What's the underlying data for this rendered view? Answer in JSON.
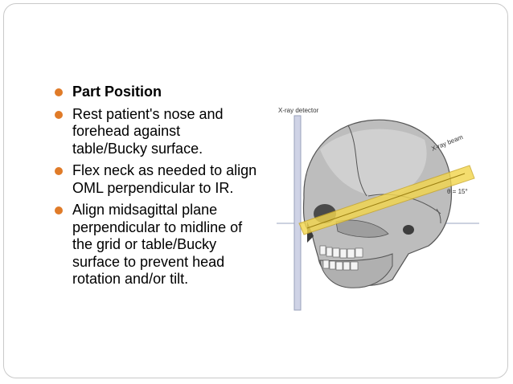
{
  "bullets": [
    {
      "text": "Part Position",
      "bold": true
    },
    {
      "text": "Rest patient's nose and forehead against table/Bucky surface."
    },
    {
      "text": "Flex neck as needed to align OML perpendicular to IR."
    },
    {
      "text": " Align midsagittal plane perpendicular to midline of the grid or table/Bucky surface to prevent head rotation and/or tilt."
    }
  ],
  "figure": {
    "detector_label": "X-ray detector",
    "beam_label": "X-ray beam",
    "angle_label": "θ = 15°",
    "colors": {
      "beam": "#f2d64f",
      "detector": "#cfd3e6",
      "skull": "#b8b8b8"
    }
  },
  "theme": {
    "bullet_color": "#e07b28"
  }
}
